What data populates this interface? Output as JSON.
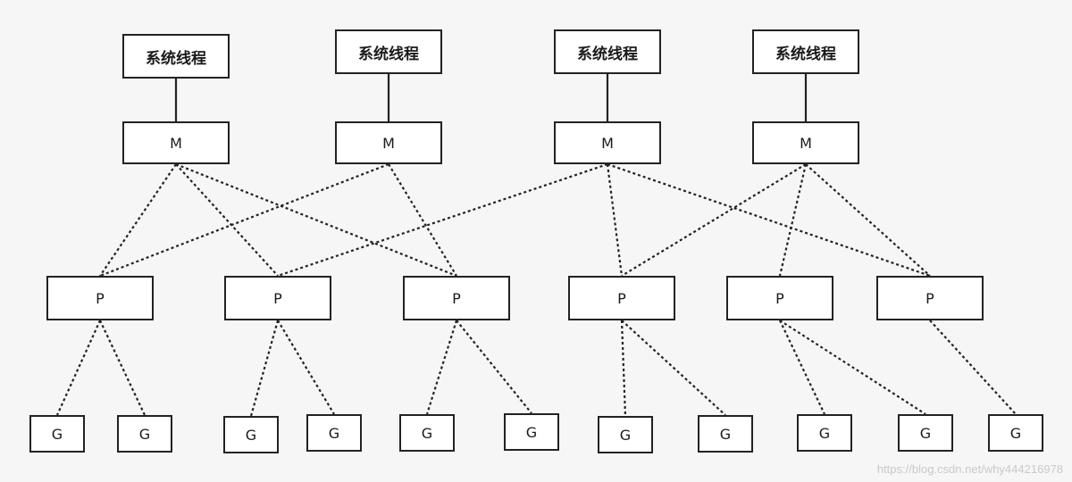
{
  "labels": {
    "thread": "系统线程",
    "m": "M",
    "p": "P",
    "g": "G"
  },
  "threads": [
    {
      "id": "T1"
    },
    {
      "id": "T2"
    },
    {
      "id": "T3"
    },
    {
      "id": "T4"
    }
  ],
  "machines": [
    {
      "id": "M1"
    },
    {
      "id": "M2"
    },
    {
      "id": "M3"
    },
    {
      "id": "M4"
    }
  ],
  "processors": [
    {
      "id": "P1"
    },
    {
      "id": "P2"
    },
    {
      "id": "P3"
    },
    {
      "id": "P4"
    },
    {
      "id": "P5"
    },
    {
      "id": "P6"
    }
  ],
  "goroutines": [
    {
      "id": "G1",
      "parent": "P1"
    },
    {
      "id": "G2",
      "parent": "P1"
    },
    {
      "id": "G3",
      "parent": "P2"
    },
    {
      "id": "G4",
      "parent": "P2"
    },
    {
      "id": "G5",
      "parent": "P3"
    },
    {
      "id": "G6",
      "parent": "P3"
    },
    {
      "id": "G7",
      "parent": "P4"
    },
    {
      "id": "G8",
      "parent": "P4"
    },
    {
      "id": "G9",
      "parent": "P5"
    },
    {
      "id": "G10",
      "parent": "P5"
    },
    {
      "id": "G11",
      "parent": "P6"
    }
  ],
  "thread_links": [
    [
      "T1",
      "M1"
    ],
    [
      "T2",
      "M2"
    ],
    [
      "T3",
      "M3"
    ],
    [
      "T4",
      "M4"
    ]
  ],
  "mp_links": [
    [
      "M1",
      "P1"
    ],
    [
      "M1",
      "P2"
    ],
    [
      "M1",
      "P3"
    ],
    [
      "M2",
      "P1"
    ],
    [
      "M2",
      "P3"
    ],
    [
      "M3",
      "P2"
    ],
    [
      "M3",
      "P4"
    ],
    [
      "M3",
      "P6"
    ],
    [
      "M4",
      "P4"
    ],
    [
      "M4",
      "P5"
    ],
    [
      "M4",
      "P6"
    ]
  ],
  "watermark": "https://blog.csdn.net/why444216978",
  "colors": {
    "line": "#222222",
    "box_border": "#222222",
    "box_fill": "#ffffff",
    "background": "#f6f6f6"
  }
}
